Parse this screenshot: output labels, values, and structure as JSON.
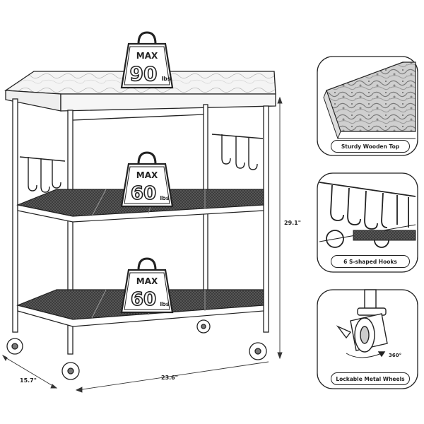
{
  "product": "3-tier kitchen cart with wooden top, mesh shelves, hooks and wheels",
  "weight_badges": {
    "top": {
      "max": "MAX",
      "value": "90",
      "unit": "lbs"
    },
    "middle": {
      "max": "MAX",
      "value": "60",
      "unit": "lbs"
    },
    "bottom": {
      "max": "MAX",
      "value": "60",
      "unit": "lbs"
    }
  },
  "dimensions": {
    "height": "29.1\"",
    "width": "23.6\"",
    "depth": "15.7\""
  },
  "details": [
    {
      "caption": "Sturdy Wooden Top"
    },
    {
      "caption": "6 S-shaped Hooks"
    },
    {
      "caption": "Lockable Metal Wheels"
    }
  ],
  "rotation_label": "360°",
  "colors": {
    "line": "#222222",
    "panel": "#ffffff"
  }
}
